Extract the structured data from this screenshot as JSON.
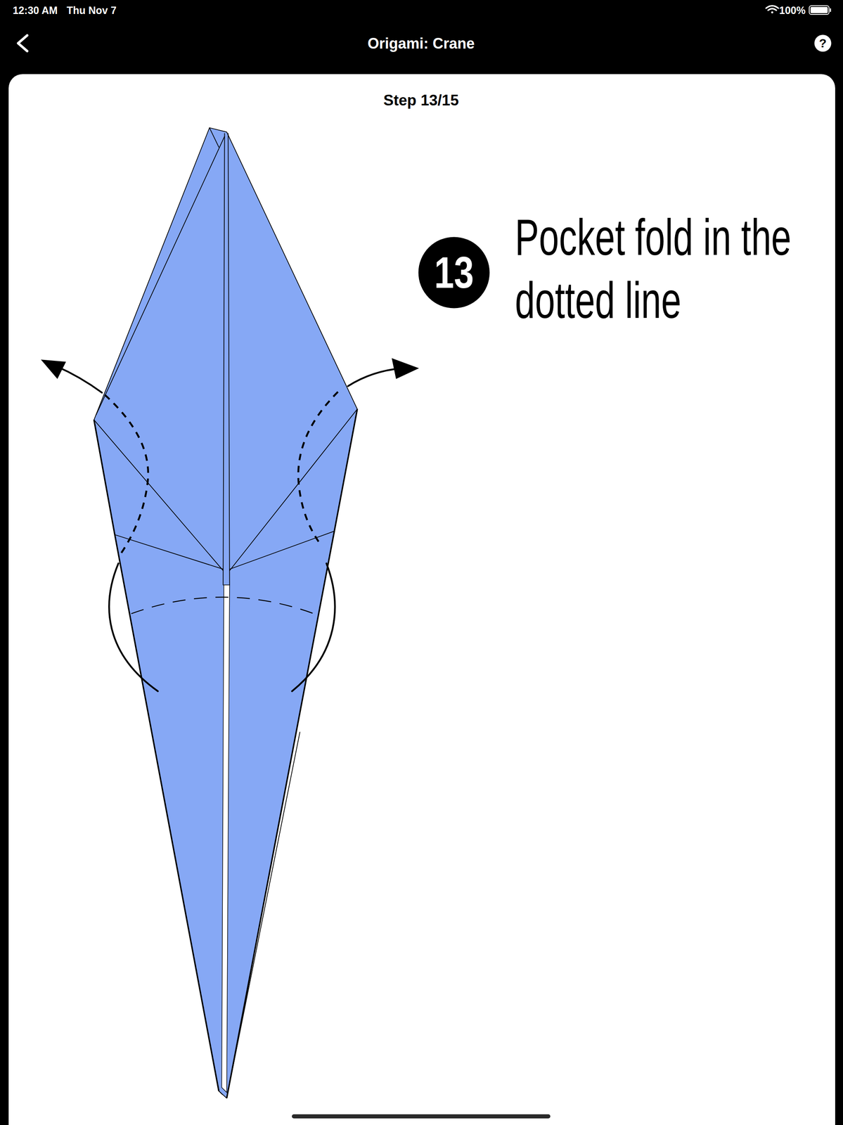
{
  "diagram": {
    "title": "Origami: Crane",
    "nodes": [
      {
        "text": [
          "13"
        ]
      },
      {
        "text": [
          "?"
        ]
      }
    ],
    "labels": [
      "12:30 AM",
      "Thu Nov 7",
      "100%",
      "Step 13/15",
      "Pocket fold in the dotted line"
    ]
  }
}
